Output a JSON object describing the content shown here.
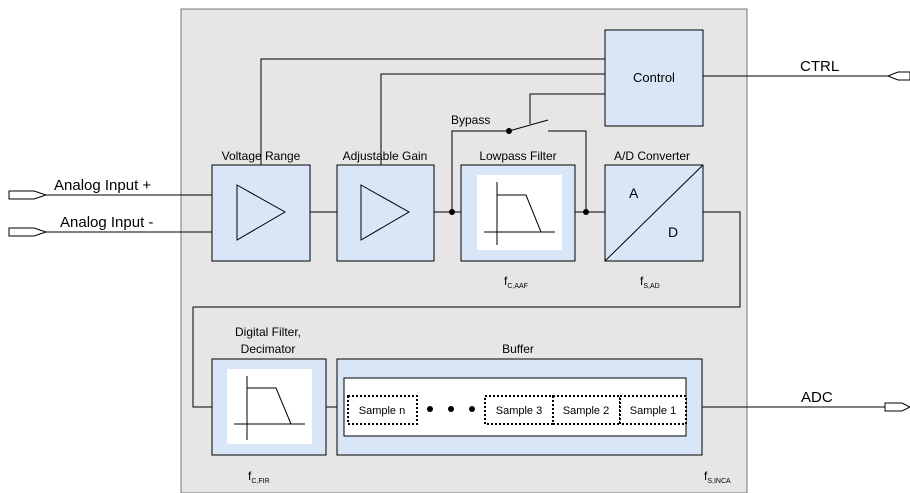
{
  "inputs": {
    "analog_plus": "Analog Input +",
    "analog_minus": "Analog Input -"
  },
  "signals": {
    "ctrl": "CTRL",
    "adc": "ADC",
    "bypass": "Bypass"
  },
  "blocks": {
    "voltage_range": "Voltage Range",
    "adjustable_gain": "Adjustable Gain",
    "lowpass_filter": "Lowpass Filter",
    "ad_converter": "A/D Converter",
    "ad_a": "A",
    "ad_d": "D",
    "control": "Control",
    "digital_filter_line1": "Digital Filter,",
    "digital_filter_line2": "Decimator",
    "buffer": "Buffer"
  },
  "samples": [
    "Sample n",
    "Sample 3",
    "Sample 2",
    "Sample 1"
  ],
  "frequencies": {
    "aaf": {
      "main": "f",
      "sub": "C,AAF"
    },
    "ad": {
      "main": "f",
      "sub": "S,AD"
    },
    "fir": {
      "main": "f",
      "sub": "C,FIR"
    },
    "inca": {
      "main": "f",
      "sub": "S,INCA"
    }
  },
  "colors": {
    "module_bg": "#e6e6e6",
    "block_fill": "#d9e6f7",
    "line": "#000000"
  }
}
